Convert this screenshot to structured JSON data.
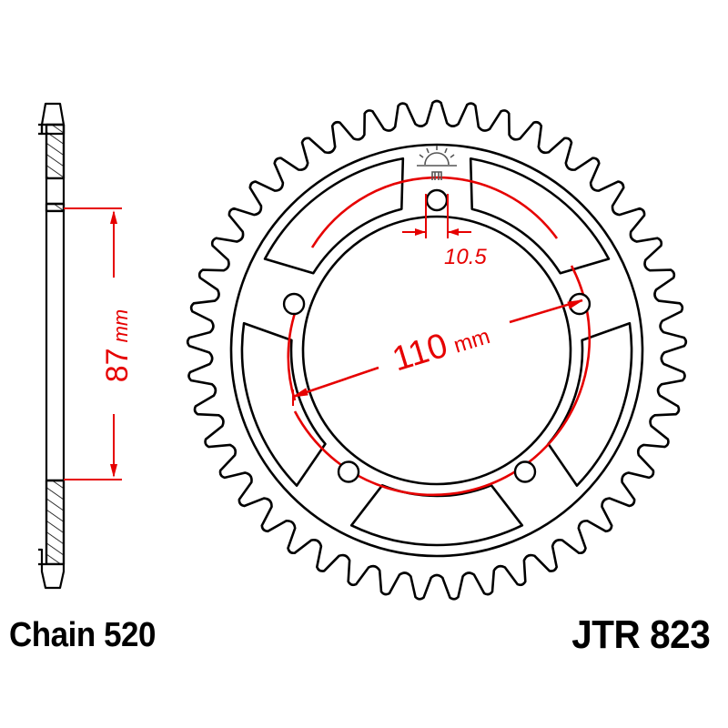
{
  "diagram": {
    "type": "technical-drawing",
    "subject": "rear chain sprocket",
    "chain_label": "Chain 520",
    "part_number": "JTR 823",
    "dimensions": {
      "hub_width_value": "87",
      "hub_width_unit": "mm",
      "bolt_circle_value": "110",
      "bolt_circle_unit": "mm",
      "bolt_hole_diameter": "10.5"
    },
    "geometry": {
      "bolt_holes": 5,
      "lightening_cutouts": 5,
      "teeth_drawn": 45
    },
    "colors": {
      "outline": "#000000",
      "dimension": "#e60000",
      "logo": "#555555",
      "background": "#ffffff"
    }
  }
}
